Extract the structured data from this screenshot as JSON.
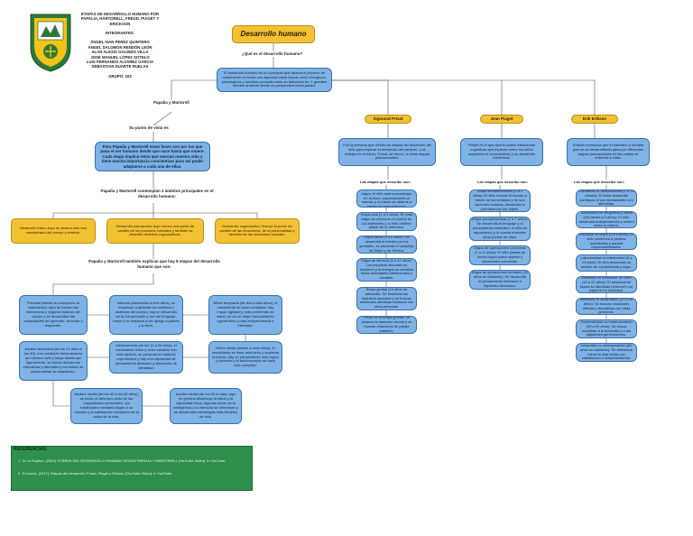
{
  "header": {
    "title_lines": [
      "ETAPAS DE DESARROLLO HUMANO POR",
      "PAPALIA, HARTORELL, FREUD, PIAGET Y",
      "ERICKSON"
    ],
    "team_label": "INTEGRANTES:",
    "members": [
      "ÁNGEL IVAN PÉREZ QUINTERO",
      "ÁNGEL SALOMÓN RENDÓN LEÓN",
      "ALAN ALEXIS GALINDO VILLA",
      "JOSÉ MANUEL LÓPEZ SOTELO",
      "LUIS FERNANDO ALVAREZ GARCIA",
      "SEBASTIAN DUARTE RUELAS"
    ],
    "group": "GRUPO: 102"
  },
  "center": {
    "title": "Desarrollo humano",
    "question": "¿Qué es el desarrollo humano?",
    "definition": "El desarrollo humano es un concepto que abarca el proceso de maduración en todas sus aspectos tanto físicos como biológicos, psicológicos y sociales conocido tanto su fallecimiento. Y grandes mentes analizan desde su perspectiva estas partes:"
  },
  "papalia": {
    "heading": "Papalia y Martorell",
    "viewpoint_label": "Su punto de vista es",
    "viewpoint": "Para Papalia y Martorell estas fases son por las que pasa el ser humano desde que nace hasta que muere. Cada etapa implica retos que marcan nuestra vida y tiene mucha importancia concientizar para así poder adaptarse a cada una de ellas.",
    "domains_label": "Papalia y Martorell contemplan 3 ámbitos principales en el desarrollo humano:",
    "domains": [
      "Desarrollo físico: Aquí se abarca todo eso considerado del cuerpo y cerebro.",
      "Desarrollo psicosocial: Aquí vemos una punto de cambio de los procesos mentales y también se describe distintos cognoscitivos.",
      "Desarrollo cognoscitivo: Incluye la punto de cambio de las emociones, de la personalidad y también de las relaciones sociales."
    ],
    "stages_label": "Papalia y Martorell también explican que hay 8 etapas del desarrollo humano que son:",
    "stages": [
      "Prenatal (desde la concepción al nacimiento), aquí se forman las estructuras y órganos básicos del cuerpo y se desarrollan las capacidades de aprender, recordar y responder.",
      "Infancia (nacimiento a tres años), se empiezan a apreciar los sentidos y sistemas del cuerpo, hay un desarrollo de la comprensión y uso del lenguaje, mejor y se empieza a ser apego a padres y a otros.",
      "Niñez temprana (de tres a seis años), el crecimiento se hace constante, hay mayor agilidad y más problemas de salud, se da un mejor razonamiento egocéntrico y más independencia e intimidad.",
      "Niñez media (desde a once años), el crecimiento se hace más lento y aumenta la fuerza, hay un pensamiento más lógico y concreto y el autoconcepto se hace más complejo.",
      "Adolescencia (de los 11 a 20 años), el crecimiento físico y otros cambios son más rápidos, se presenta la madurez reproductiva y hay una capacidad de pensamiento abstracto y búsqueda de identidad.",
      "Adultez temprana (de los 21 años a los 40), a la condición física alcanza su máximo nivel y luego disminuye ligeramente, se toman decisiones educativas y laborales y los estilos de personalidad se estabilizan.",
      "Adultez media (de los 40 a los 65 años), se inicia un deterioro lento de las capacidades sensoriales, las habilidades mentales llegan a su máximo y la satisfacción transición de la salud de la vida.",
      "Adultez tardía (de los 65 a más), aquí en general disminuye la salud y la capacidad física, algunas áreas de la inteligencia y la memoria se deterioran y se desarrollan estrategias más flexibles de vida."
    ]
  },
  "theorists": [
    {
      "name": "Sigmund Freud",
      "intro": "Fue la persona que dividió las etapas del desarrollo del niño para explicar el desarrollo del carácter, y se reflejan en el futuro. Freud, de hecho, a estas etapas psicosexuales.",
      "label": "Las etapas que describe son:",
      "items": [
        "Etapa oral (0 a un año): En esta etapa, el niño está concentrado en la boca, especialmente al mamar, y el placer se obtiene a través de esta actividad.",
        "Etapa anal (1 a 3 años): En esta etapa se centra en el control de los esfínteres y el niño obtiene placer de la retención.",
        "Etapa fálica (3 a 6 años): Se desarrolla el interés por los genitales, se presenta el complejo de Edipo y de Electra.",
        "Etapa de latencia (6 a 12 años): Los impulsos sexuales se reprimen y la energía se canaliza hacia actividades intelectuales y sociales.",
        "Etapa genital (12 años en adelante): Se reactivan los impulsos sexuales y se buscan relaciones afectivas maduras con otras personas.",
        "Freud en la etapa genital: Se alcanza la madurez sexual y se buscan relaciones de pareja estables."
      ]
    },
    {
      "name": "Jean Piaget",
      "intro": "Piaget es el que aportó cuatro estructuras cognitivas que explican cómo los niños adquieren el conocimiento y su desarrollo intelectual.",
      "label": "Las etapas que describe son:",
      "items": [
        "Etapa sensoriomotora (0 a 2 años): El niño conoce el mundo a través de los sentidos y de sus acciones motoras, desarrolla la permanencia del objeto.",
        "Etapa preoperacional (2 a 7 años): Se desarrolla el lenguaje y el pensamiento simbólico, el niño es egocéntrico y le cuesta entender otros puntos de vista.",
        "Etapa de operaciones concretas (7 a 11 años): El niño piensa de forma lógica sobre objetos y situaciones concretas.",
        "Etapa de operaciones formales (11 años en adelante): Se desarrolla el pensamiento abstracto e hipotético deductivo."
      ]
    },
    {
      "name": "Erik Erikson",
      "intro": "Erikson menciona que el individuo a medida que se va desarrollando pasa por diferentes etapas psicosociales en las cuales se enfrenta a crisis.",
      "label": "Las etapas que describe son:",
      "items": [
        "Confianza vs desconfianza (0 a 18 meses): El bebé desarrolla confianza si sus necesidades son atendidas.",
        "Autonomía vs vergüenza y duda (18 meses a 3 años): El niño desarrolla independencia y control sobre sí mismo.",
        "Iniciativa vs culpa (3 a 5 años): El niño comienza a planear actividades y asumir responsabilidades.",
        "Laboriosidad vs inferioridad (5 a 13 años): El niño desarrolla un sentido de competencia y logro.",
        "Identidad vs confusión de roles (13 a 21 años): El adolescente busca su identidad personal y su papel en la sociedad.",
        "Intimidad vs aislamiento (21 a 40 años): Se buscan relaciones íntimas y duraderas con otras personas.",
        "Generatividad vs estancamiento (40 a 60 años): Se busca contribuir a la sociedad y a las siguientes generaciones.",
        "Integridad vs desesperación (60 años en adelante): Se reflexiona sobre la vida vivida con satisfacción o arrepentimiento."
      ]
    }
  ],
  "references": {
    "title": "REFERENCIAS:",
    "items": [
      "1. Te Lo Explico. (2022). ETAPAS DEL DESARROLLO HUMANO SEGÚN PAPALIA Y MARTORELL [YouTube Video]. In YouTube.",
      "2. E.Innova. (2017). Etapas del desarrollo: Freud, Piaget y Erikson [YouTube Video]. In YouTube."
    ]
  },
  "colors": {
    "blue": "#7fb2e5",
    "yellow": "#f2c233",
    "green": "#2f8f4e",
    "line": "#555555"
  }
}
